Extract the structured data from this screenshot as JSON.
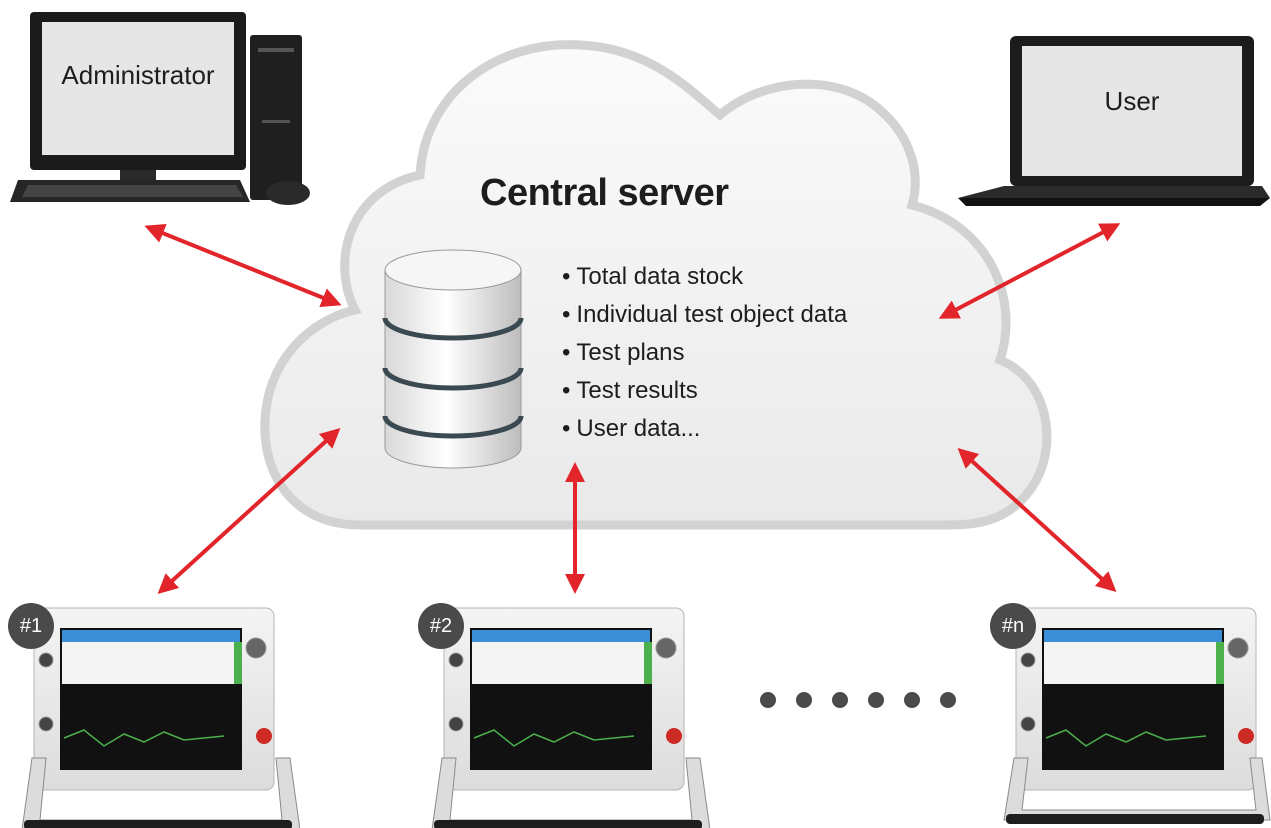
{
  "server": {
    "title": "Central server",
    "items": [
      "Total data stock",
      "Individual test object data",
      "Test plans",
      "Test results",
      "User data..."
    ]
  },
  "clients": {
    "administrator": {
      "label": "Administrator",
      "icon": "desktop-computer-icon"
    },
    "user": {
      "label": "User",
      "icon": "laptop-icon"
    }
  },
  "devices": [
    {
      "badge": "#1"
    },
    {
      "badge": "#2"
    },
    {
      "badge": "#n"
    }
  ],
  "colors": {
    "arrow": "#e2252b",
    "cloud_fill": "#f1f1f1",
    "cloud_stroke": "#d2d2d2",
    "badge": "#4a4a4a",
    "device_screen_accent": "#3a8fd6",
    "device_green": "#4cb04c"
  }
}
